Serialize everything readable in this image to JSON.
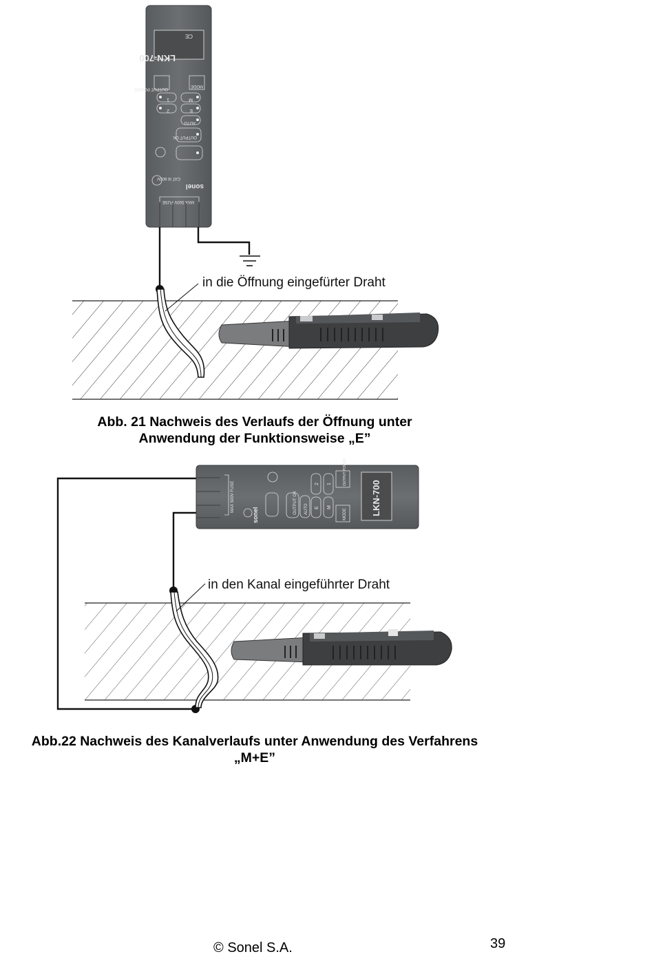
{
  "figure21": {
    "transmitter": {
      "model": "LKN-700",
      "ce_mark": "CE",
      "buttons": {
        "output_power": "OUTPUT POWER",
        "mode": "MODE"
      },
      "indicators": [
        "1",
        "2",
        "M",
        "E",
        "AUTO",
        "OUTPUT OK"
      ],
      "brand": "sonel",
      "rating": "CAT III 600V",
      "fuse": "MAX 500V FUSE"
    },
    "label": "in die Öffnung eingefürter Draht",
    "caption_line1": "Abb. 21 Nachweis des Verlaufs der Öffnung unter",
    "caption_line2": "Anwendung der Funktionsweise „E”"
  },
  "figure22": {
    "transmitter": {
      "model": "LKN-700",
      "buttons": {
        "output_power": "OUTPUT POWER",
        "mode": "MODE"
      },
      "indicators": [
        "1",
        "2",
        "M",
        "E",
        "AUTO",
        "OUTPUT OK"
      ],
      "brand": "sonel",
      "fuse": "MAX 500V FUSE"
    },
    "label": "in den Kanal eingeführter Draht",
    "caption_line1": "Abb.22 Nachweis des Kanalverlaufs unter Anwendung des Verfahrens",
    "caption_line2": "„M+E”"
  },
  "footer": {
    "copyright_symbol": "©",
    "company": "Sonel S.A.",
    "page_number": "39"
  }
}
